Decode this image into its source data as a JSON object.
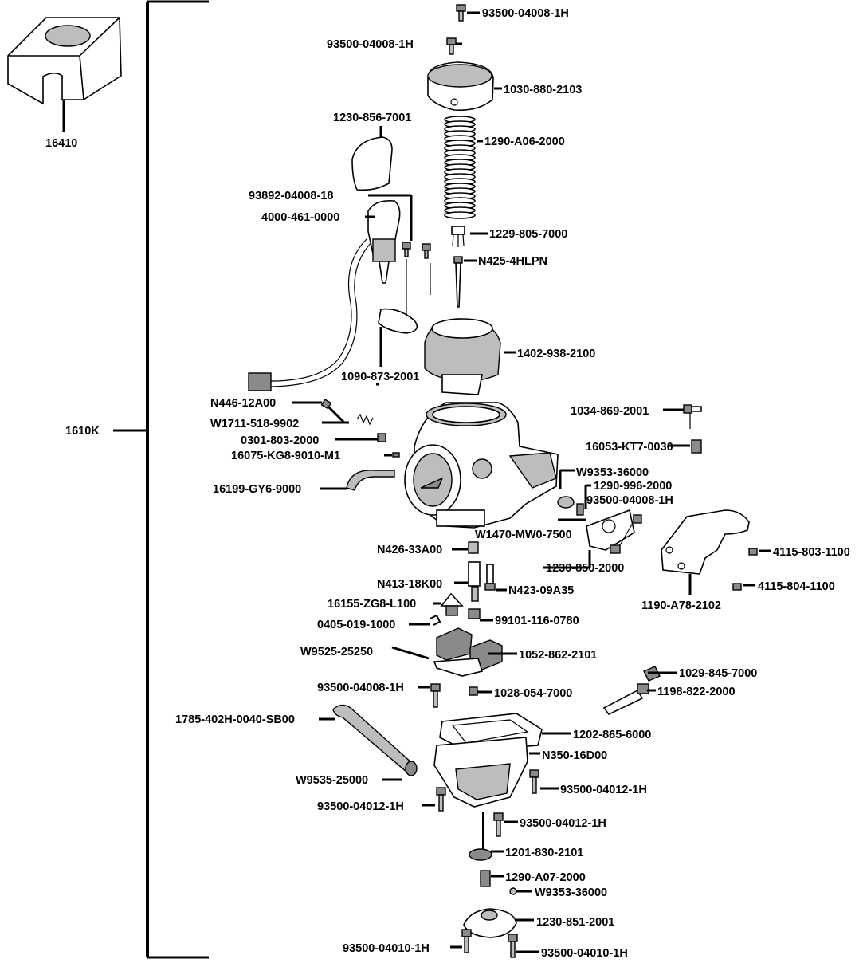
{
  "assembly_label": "1610K",
  "cover_label": "16410",
  "parts": [
    "93500-04008-1H",
    "93500-04008-1H",
    "1030-880-2103",
    "1230-856-7001",
    "1290-A06-2000",
    "93892-04008-18",
    "4000-461-0000",
    "1229-805-7000",
    "N425-4HLPN",
    "1402-938-2100",
    "1090-873-2001",
    "N446-12A00",
    "W1711-518-9902",
    "0301-803-2000",
    "16075-KG8-9010-M1",
    "16199-GY6-9000",
    "1034-869-2001",
    "16053-KT7-0030",
    "W9353-36000",
    "1290-996-2000",
    "93500-04008-1H",
    "W1470-MW0-7500",
    "1230-850-2000",
    "4115-803-1100",
    "4115-804-1100",
    "1190-A78-2102",
    "N426-33A00",
    "N413-18K00",
    "N423-09A35",
    "16155-ZG8-L100",
    "99101-116-0780",
    "0405-019-1000",
    "W9525-25250",
    "1052-862-2101",
    "1029-845-7000",
    "93500-04008-1H",
    "1028-054-7000",
    "1198-822-2000",
    "1785-402H-0040-SB00",
    "1202-865-6000",
    "N350-16D00",
    "W9535-25000",
    "93500-04012-1H",
    "93500-04012-1H",
    "93500-04012-1H",
    "1201-830-2101",
    "1290-A07-2000",
    "W9353-36000",
    "1230-851-2001",
    "93500-04010-1H",
    "93500-04010-1H"
  ]
}
